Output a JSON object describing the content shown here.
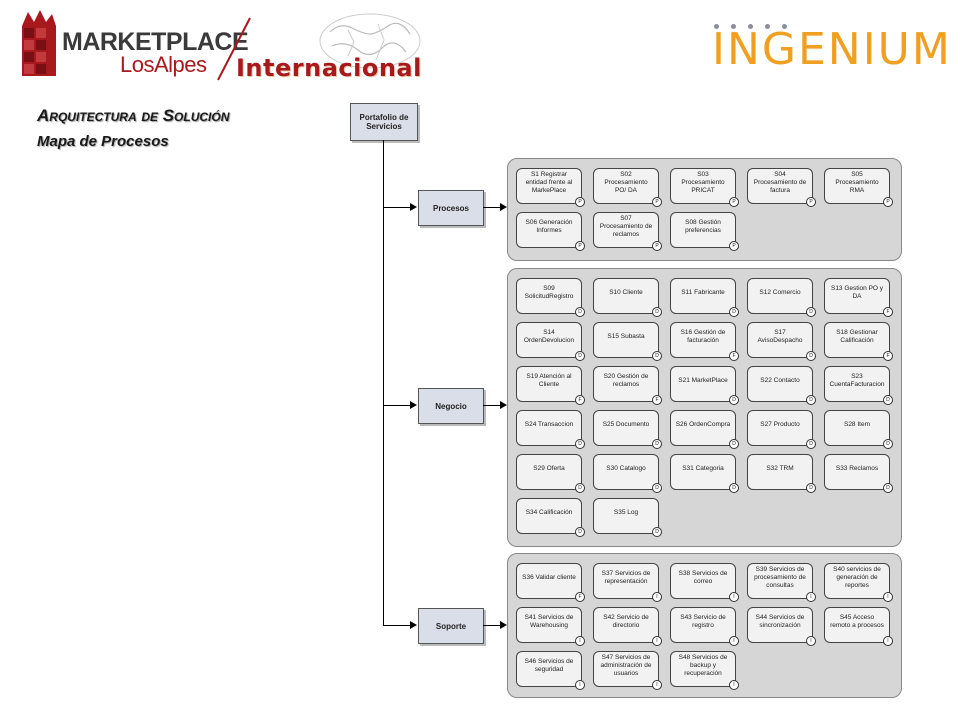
{
  "header": {
    "logo_title": "MARKETPLACE",
    "logo_subtitle": "LosAlpes",
    "logo_tag": "Internacional",
    "partner_logo": "INGENIUM"
  },
  "slide": {
    "title": "Arquitectura de Solución",
    "subtitle": "Mapa de Procesos"
  },
  "diagram": {
    "root": "Portafolio de Servicios",
    "groups": [
      {
        "label": "Procesos",
        "services": [
          {
            "name": "S1 Registrar entidad frente al MarkePlace",
            "badge": "P"
          },
          {
            "name": "S02 Procesamiento PO/ DA",
            "badge": "P"
          },
          {
            "name": "S03 Procesamiento PRICAT",
            "badge": "P"
          },
          {
            "name": "S04 Procesamiento de factura",
            "badge": "P"
          },
          {
            "name": "S05 Procesamiento RMA",
            "badge": "P"
          },
          {
            "name": "S06 Generación Informes",
            "badge": "P"
          },
          {
            "name": "S07 Procesamiento de reclamos",
            "badge": "P"
          },
          {
            "name": "S08 Gestión preferencias",
            "badge": "P"
          }
        ]
      },
      {
        "label": "Negocio",
        "services": [
          {
            "name": "S09 SolicitudRegistro",
            "badge": "D"
          },
          {
            "name": "S10 Cliente",
            "badge": "D"
          },
          {
            "name": "S11 Fabricante",
            "badge": "D"
          },
          {
            "name": "S12 Comercio",
            "badge": "D"
          },
          {
            "name": "S13 Gestion PO y DA",
            "badge": "F"
          },
          {
            "name": "S14 OrdenDevolucion",
            "badge": "D"
          },
          {
            "name": "S15 Subasta",
            "badge": "D"
          },
          {
            "name": "S16 Gestión de facturación",
            "badge": "F"
          },
          {
            "name": "S17 AvisoDespacho",
            "badge": "D"
          },
          {
            "name": "S18 Gestionar Calificación",
            "badge": "F"
          },
          {
            "name": "S19 Atención al Cliente",
            "badge": "F"
          },
          {
            "name": "S20 Gestión de reclamos",
            "badge": "F"
          },
          {
            "name": "S21 MarketPlace",
            "badge": "D"
          },
          {
            "name": "S22 Contacto",
            "badge": "D"
          },
          {
            "name": "S23 CuentaFacturacion",
            "badge": "D"
          },
          {
            "name": "S24 Transaccion",
            "badge": "D"
          },
          {
            "name": "S25 Documento",
            "badge": "D"
          },
          {
            "name": "S26 OrdenCompra",
            "badge": "D"
          },
          {
            "name": "S27 Producto",
            "badge": "D"
          },
          {
            "name": "S28 Item",
            "badge": "D"
          },
          {
            "name": "S29 Oferta",
            "badge": "D"
          },
          {
            "name": "S30 Catalogo",
            "badge": "D"
          },
          {
            "name": "S31 Categoria",
            "badge": "D"
          },
          {
            "name": "S32 TRM",
            "badge": "D"
          },
          {
            "name": "S33 Reclamos",
            "badge": "D"
          },
          {
            "name": "S34 Calificación",
            "badge": "D"
          },
          {
            "name": "S35 Log",
            "badge": "D"
          }
        ]
      },
      {
        "label": "Soporte",
        "services": [
          {
            "name": "S36 Validar cliente",
            "badge": "F"
          },
          {
            "name": "S37 Servicios de representación",
            "badge": "I"
          },
          {
            "name": "S38 Servicios de correo",
            "badge": "I"
          },
          {
            "name": "S39 Servicios de procesamiento de consultas",
            "badge": "I"
          },
          {
            "name": "S40 servicios de generación de reportes",
            "badge": "I"
          },
          {
            "name": "S41 Servicios de Warehousing",
            "badge": "I"
          },
          {
            "name": "S42 Servicio de directorio",
            "badge": "I"
          },
          {
            "name": "S43 Servicio de registro",
            "badge": "I"
          },
          {
            "name": "S44 Servicios de sincronización",
            "badge": "I"
          },
          {
            "name": "S45 Acceso remoto a procesos",
            "badge": "I"
          },
          {
            "name": "S46 Servicios de seguridad",
            "badge": "I"
          },
          {
            "name": "S47 Servicios de administración de usuarios",
            "badge": "I"
          },
          {
            "name": "S48 Servicios de backup y recuperación",
            "badge": "I"
          }
        ]
      }
    ]
  },
  "icons": {
    "logo_cube": "marketplace-cube-icon",
    "world_map": "world-map-icon"
  },
  "colors": {
    "brand_red": "#a8191e",
    "brand_orange": "#f0a020",
    "node_blue": "#d9dee8"
  }
}
